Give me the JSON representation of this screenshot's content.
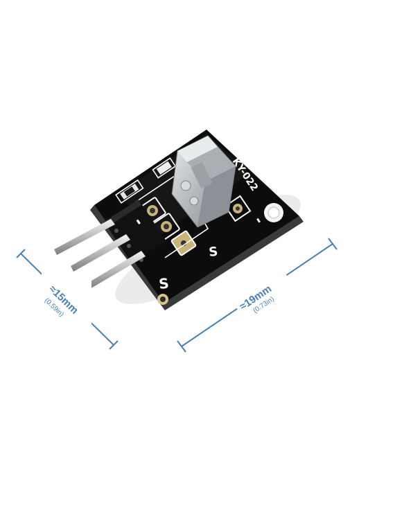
{
  "module": {
    "label_left": "S",
    "label_mid": "S",
    "label_minus_pin": "-",
    "label_minus_board": "-",
    "board_text": "KY-022",
    "colors": {
      "pcb": "#0c0c0c",
      "silkscreen": "#ffffff",
      "pins": "#c8c8c8",
      "receiver": "#bfc3c6"
    }
  },
  "dimensions": {
    "width": {
      "main": "≈19mm",
      "sub": "(0.73in)"
    },
    "height": {
      "main": "≈15mm",
      "sub": "(0.59in)"
    },
    "color": "#4a7fb5"
  }
}
